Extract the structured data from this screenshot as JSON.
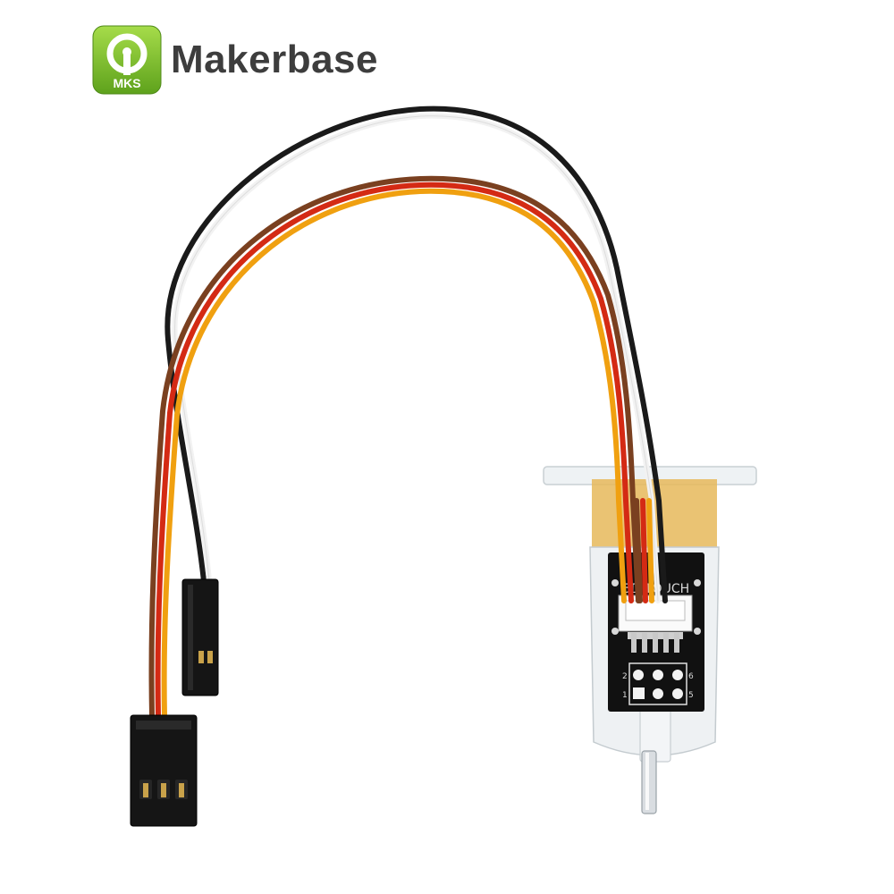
{
  "brand": {
    "logo_text": "MKS",
    "name": "Makerbase"
  },
  "product": {
    "board_label": "3D TOUCH",
    "pin_labels": [
      "2",
      "6",
      "1",
      "5"
    ]
  },
  "colors": {
    "logo_green": "#7cc230",
    "wire_black": "#1a1a1a",
    "wire_white": "#f2f2f2",
    "wire_brown": "#7a4020",
    "wire_red": "#d42a14",
    "wire_orange": "#f0a010",
    "pcb_black": "#111111"
  }
}
